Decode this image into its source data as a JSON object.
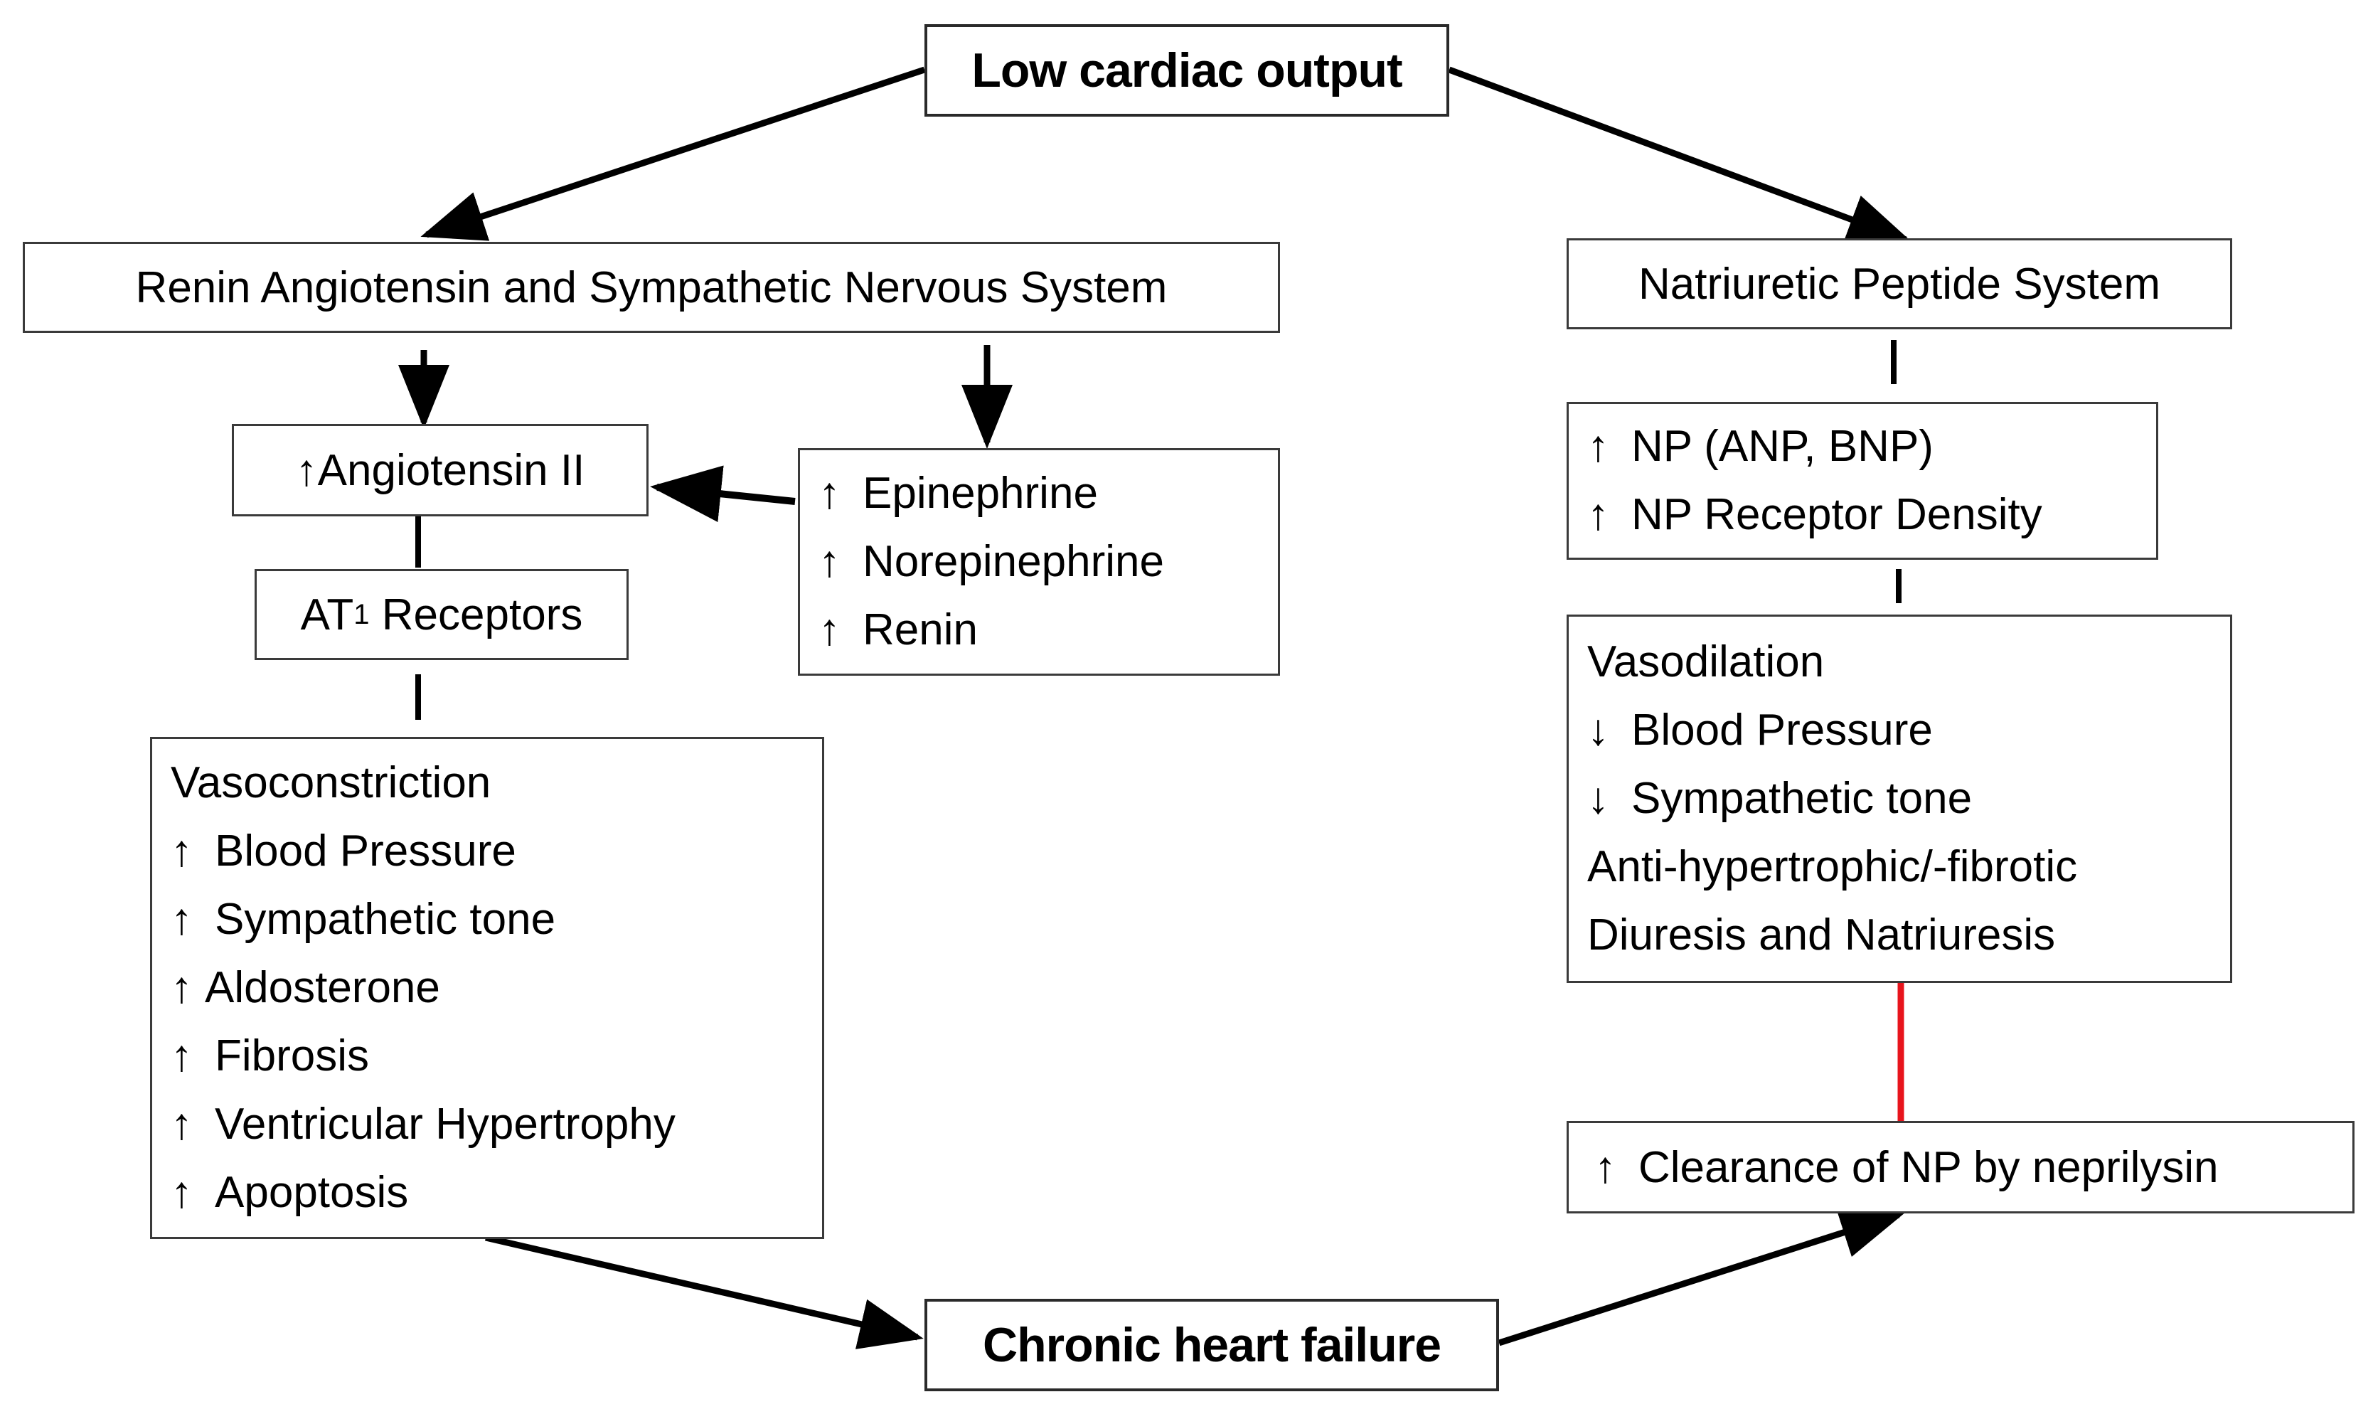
{
  "top": {
    "label": "Low cardiac output"
  },
  "ras": {
    "label": "Renin Angiotensin and Sympathetic Nervous System"
  },
  "nps": {
    "label": "Natriuretic Peptide System"
  },
  "angiotensin": {
    "arrow": "↑",
    "label": "Angiotensin II"
  },
  "at1": {
    "prefix": "AT",
    "sub": "1",
    "suffix": " Receptors"
  },
  "catechol": {
    "items": [
      {
        "arrow": "↑",
        "text": "Epinephrine"
      },
      {
        "arrow": "↑",
        "text": "Norepinephrine"
      },
      {
        "arrow": "↑",
        "text": "Renin"
      }
    ]
  },
  "vasoconstriction": {
    "items": [
      {
        "arrow": "",
        "text": "Vasoconstriction"
      },
      {
        "arrow": "↑",
        "text": "Blood Pressure"
      },
      {
        "arrow": "↑",
        "text": "Sympathetic tone"
      },
      {
        "arrow": "↑",
        "text": "Aldosterone"
      },
      {
        "arrow": "↑",
        "text": "Fibrosis"
      },
      {
        "arrow": "↑",
        "text": "Ventricular Hypertrophy"
      },
      {
        "arrow": "↑",
        "text": "Apoptosis"
      }
    ]
  },
  "np": {
    "items": [
      {
        "arrow": "↑",
        "text": "NP (ANP, BNP)"
      },
      {
        "arrow": "↑",
        "text": "NP Receptor Density"
      }
    ]
  },
  "vasodilation": {
    "items": [
      {
        "arrow": "",
        "text": "Vasodilation"
      },
      {
        "arrow": "↓",
        "text": "Blood Pressure"
      },
      {
        "arrow": "↓",
        "text": "Sympathetic tone"
      },
      {
        "arrow": "",
        "text": "Anti-hypertrophic/-fibrotic"
      },
      {
        "arrow": "",
        "text": "Diuresis and Natriuresis"
      }
    ]
  },
  "clearance": {
    "arrow": "↑",
    "label": "Clearance of NP by neprilysin"
  },
  "bottom": {
    "label": "Chronic heart failure"
  },
  "colors": {
    "line": "#000000",
    "inhibit": "#e8141c",
    "border": "#3a3a3a"
  }
}
